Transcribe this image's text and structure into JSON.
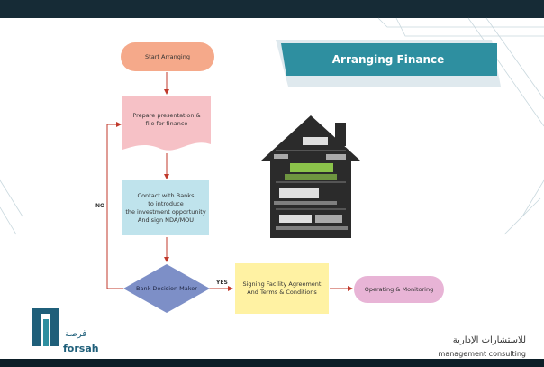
{
  "slide": {
    "title": "Arranging Finance"
  },
  "flow": {
    "start": "Start Arranging",
    "prepare": [
      "Prepare presentation &",
      "file for finance"
    ],
    "contact": [
      "Contact with Banks",
      "to introduce",
      "the investment opportunity",
      "And sign NDA/MOU"
    ],
    "decision": "Bank Decision Maker",
    "no_label": "NO",
    "yes_label": "YES",
    "signing": [
      "Signing Facility Agreement",
      "And Terms & Conditions"
    ],
    "operating": "Operating & Monitoring"
  },
  "logo": {
    "latin": "forsah",
    "arabic": "فرصة"
  },
  "consultancy": {
    "arabic": "للاستشارات الإدارية",
    "english": "management consulting"
  },
  "colors": {
    "teal": "#2e8fa0",
    "start": "#f5a98a",
    "prepare": "#f6c1c6",
    "contact": "#bfe3ec",
    "decision": "#7d8fc7",
    "signing": "#fff2a3",
    "operating": "#e8b4d6",
    "arrow": "#c0392b"
  },
  "image_icon": "house-wordcloud-icon"
}
